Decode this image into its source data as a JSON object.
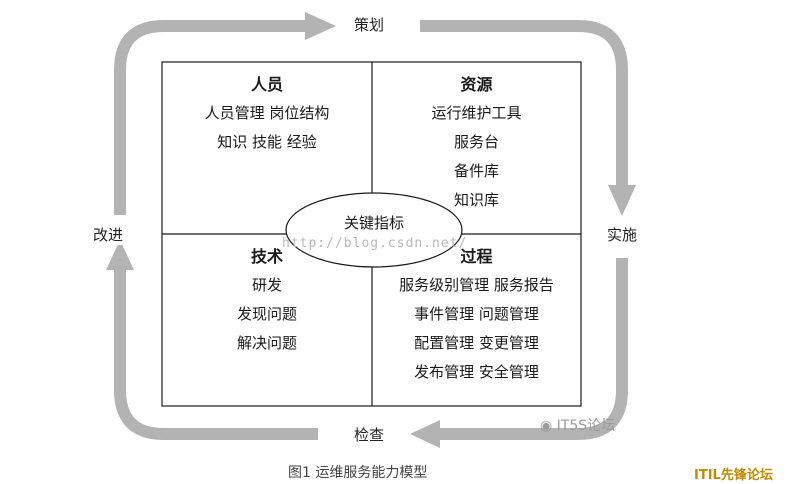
{
  "cycle": {
    "top": "策划",
    "right": "实施",
    "bottom": "检查",
    "left": "改进"
  },
  "quadrants": {
    "people": {
      "title": "人员",
      "lines": [
        "人员管理  岗位结构",
        "知识  技能  经验"
      ]
    },
    "resources": {
      "title": "资源",
      "lines": [
        "运行维护工具",
        "服务台",
        "备件库",
        "知识库"
      ]
    },
    "technology": {
      "title": "技术",
      "lines": [
        "研发",
        "发现问题",
        "解决问题"
      ]
    },
    "process": {
      "title": "过程",
      "lines": [
        "服务级别管理  服务报告",
        "事件管理  问题管理",
        "配置管理  变更管理",
        "发布管理  安全管理"
      ]
    }
  },
  "center": "关键指标",
  "watermark": "http://blog.csdn.net/",
  "logo_text": "IT5S论坛",
  "caption": "图1  运维服务能力模型",
  "brand": "ITIL先锋论坛",
  "colors": {
    "cycle_arrow": "#b3b3b3",
    "border": "#1a1a1a",
    "brand": "#c48a00"
  }
}
